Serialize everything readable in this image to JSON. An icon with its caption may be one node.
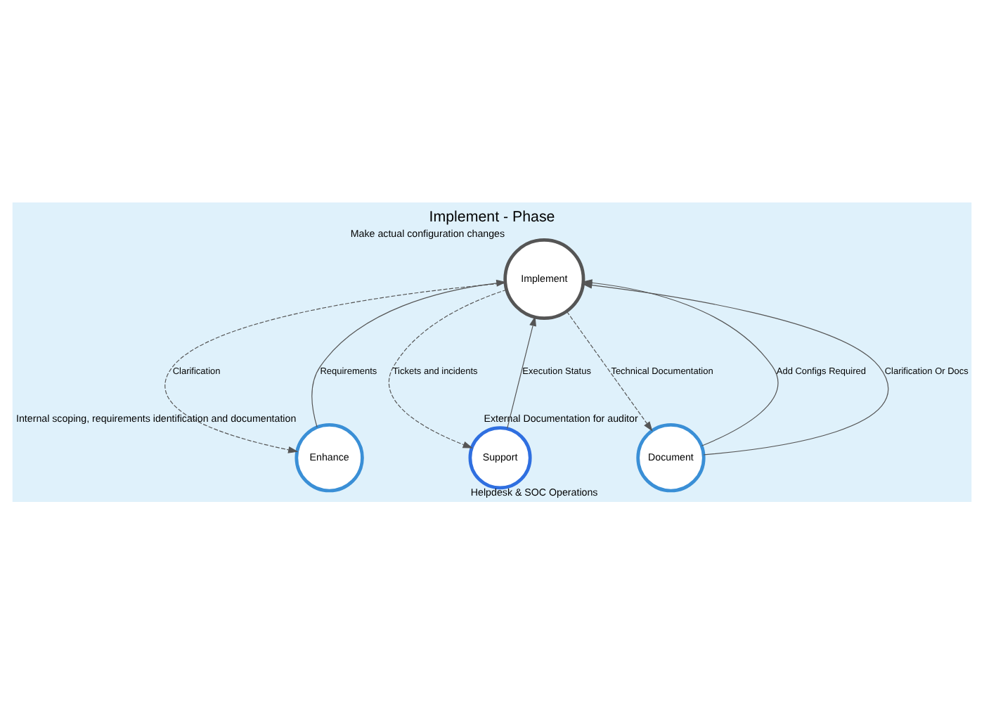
{
  "diagram": {
    "title": "Implement - Phase",
    "nodes": [
      {
        "text": [
          "Implement"
        ],
        "beside": [
          "Make actual configuration changes"
        ]
      },
      {
        "text": [
          "Enhance"
        ],
        "beside": [
          "Internal scoping, requirements identification and documentation"
        ]
      },
      {
        "text": [
          "Document"
        ],
        "beside": [
          "External Documentation for auditor"
        ]
      },
      {
        "text": [
          "Support"
        ],
        "beside": [
          "Helpdesk & SOC Operations"
        ]
      }
    ],
    "edges": [
      {
        "from": 0,
        "to": 1,
        "arrow": "to",
        "label": "Clarification",
        "style": "dashed"
      },
      {
        "from": 1,
        "to": 0,
        "arrow": "to",
        "label": "Requirements"
      },
      {
        "from": 2,
        "to": 0,
        "arrow": "to",
        "label": "Add Configs Required"
      },
      {
        "from": 2,
        "to": 0,
        "arrow": "to",
        "label": "Clarification Or Docs"
      },
      {
        "from": 0,
        "to": 2,
        "arrow": "to",
        "label": "Technical Documentation",
        "style": "dashed"
      },
      {
        "from": 0,
        "to": 3,
        "arrow": "to",
        "label": "Tickets and incidents",
        "style": "dashed"
      },
      {
        "from": 3,
        "to": 0,
        "arrow": "to",
        "label": "Execution Status"
      }
    ]
  }
}
